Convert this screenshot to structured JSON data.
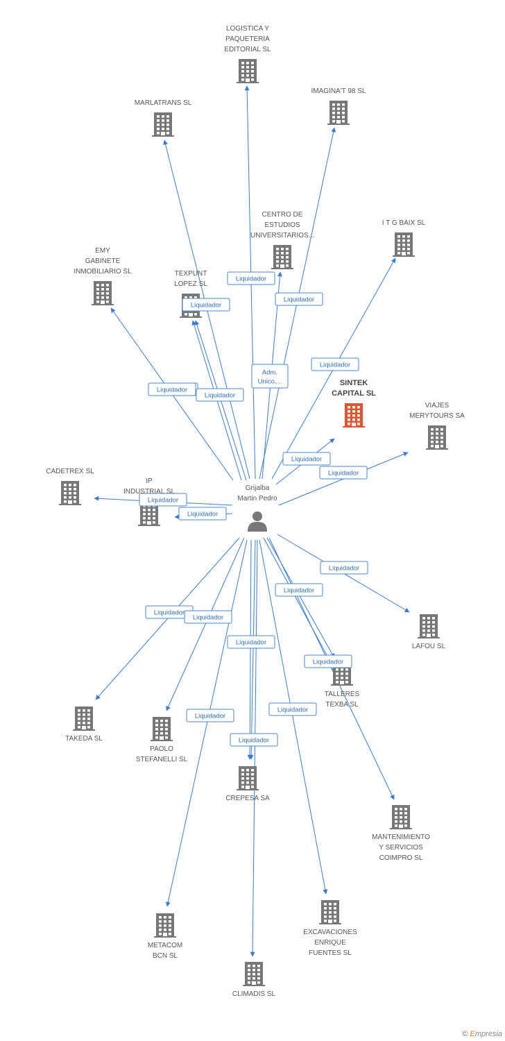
{
  "center": {
    "label": [
      "Grijalba",
      "Martin Pedro"
    ]
  },
  "colors": {
    "edge": "#3a7bd5",
    "node": "#777777",
    "highlight": "#e8532e"
  },
  "nodes": [
    {
      "id": "logistica",
      "label": [
        "LOGISTICA Y",
        "PAQUETERIA",
        "EDITORIAL SL"
      ]
    },
    {
      "id": "marlatrans",
      "label": [
        "MARLATRANS SL"
      ]
    },
    {
      "id": "imaginat",
      "label": [
        "IMAGINA'T 98 SL"
      ]
    },
    {
      "id": "centro",
      "label": [
        "CENTRO DE",
        "ESTUDIOS",
        "UNIVERSITARIOS..."
      ]
    },
    {
      "id": "itgbaix",
      "label": [
        "I T G BAIX SL"
      ]
    },
    {
      "id": "emy",
      "label": [
        "EMY",
        "GABINETE",
        "INMOBILIARIO SL"
      ]
    },
    {
      "id": "texpunt",
      "label": [
        "TEXPUNT",
        "LOPEZ SL"
      ]
    },
    {
      "id": "sintek",
      "label": [
        "SINTEK",
        "CAPITAL SL"
      ],
      "highlight": true
    },
    {
      "id": "viajes",
      "label": [
        "VIAJES",
        "MERYTOURS SA"
      ]
    },
    {
      "id": "cadetrex",
      "label": [
        "CADETREX SL"
      ]
    },
    {
      "id": "ip",
      "label": [
        "IP",
        "INDUSTRIAL SL"
      ]
    },
    {
      "id": "lafou",
      "label": [
        "LAFOU SL"
      ]
    },
    {
      "id": "talleres",
      "label": [
        "TALLERES",
        "TEXBA SL"
      ]
    },
    {
      "id": "takeda",
      "label": [
        "TAKEDA SL"
      ]
    },
    {
      "id": "paolo",
      "label": [
        "PAOLO",
        "STEFANELLI SL"
      ]
    },
    {
      "id": "crepesa",
      "label": [
        "CREPESA SA"
      ]
    },
    {
      "id": "mantenimiento",
      "label": [
        "MANTENIMIENTO",
        "Y SERVICIOS",
        "COIMPRO SL"
      ]
    },
    {
      "id": "metacom",
      "label": [
        "METACOM",
        "BCN SL"
      ]
    },
    {
      "id": "excavaciones",
      "label": [
        "EXCAVACIONES",
        "ENRIQUE",
        "FUENTES SL"
      ]
    },
    {
      "id": "climadis",
      "label": [
        "CLIMADIS SL"
      ]
    }
  ],
  "edges": [
    {
      "to": "logistica",
      "label": [
        "Adm.",
        "Unico,..."
      ]
    },
    {
      "to": "marlatrans",
      "label": [
        "Liquidador"
      ]
    },
    {
      "to": "imaginat",
      "label": [
        "Liquidador"
      ]
    },
    {
      "to": "centro",
      "label": [
        "Liquidador"
      ]
    },
    {
      "to": "itgbaix",
      "label": [
        "Liquidador"
      ]
    },
    {
      "to": "emy",
      "label": [
        "Liquidador"
      ]
    },
    {
      "to": "texpunt",
      "label": [
        "Liquidador"
      ]
    },
    {
      "to": "texpunt",
      "label": [
        "Liquidador"
      ]
    },
    {
      "to": "sintek",
      "label": [
        "Liquidador"
      ]
    },
    {
      "to": "viajes",
      "label": [
        "Liquidador"
      ]
    },
    {
      "to": "cadetrex",
      "label": [
        "Liquidador"
      ]
    },
    {
      "to": "ip",
      "label": [
        "Liquidador"
      ]
    },
    {
      "to": "lafou",
      "label": [
        "Liquidador"
      ]
    },
    {
      "to": "talleres",
      "label": [
        "Liquidador"
      ]
    },
    {
      "to": "talleres",
      "label": [
        "Liquidador"
      ]
    },
    {
      "to": "takeda",
      "label": [
        "Liquidador"
      ]
    },
    {
      "to": "paolo",
      "label": [
        "Liquidador"
      ]
    },
    {
      "to": "crepesa",
      "label": [
        "Liquidador"
      ]
    },
    {
      "to": "crepesa",
      "label": [
        "Liquidador"
      ]
    },
    {
      "to": "mantenimiento",
      "label": [
        "Liquidador"
      ]
    },
    {
      "to": "metacom",
      "label": [
        "Liquidador"
      ]
    },
    {
      "to": "excavaciones",
      "label": [
        "Liquidador"
      ]
    },
    {
      "to": "climadis",
      "label": [
        "Liquidador"
      ]
    }
  ],
  "copyright": {
    "symbol": "©",
    "brand_e": "E",
    "brand_rest": "mpresia"
  }
}
